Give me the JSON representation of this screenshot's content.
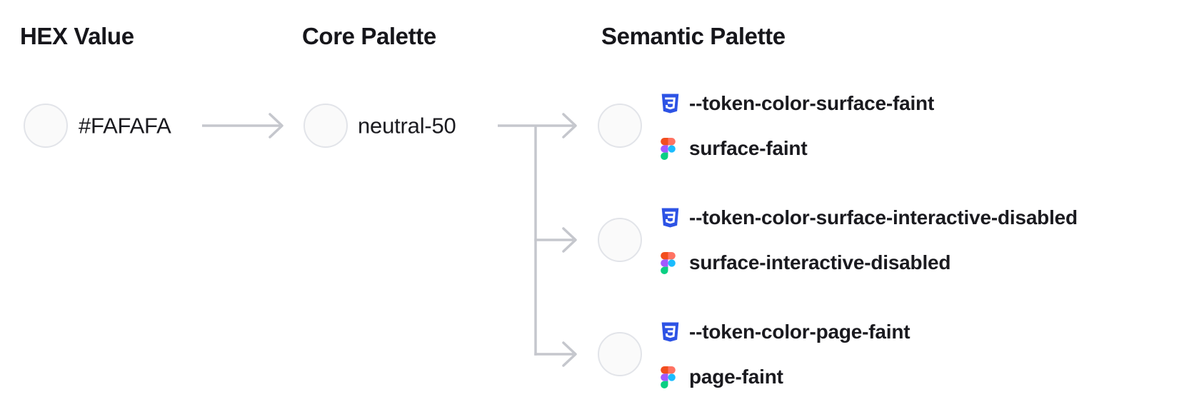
{
  "headers": {
    "hex": "HEX Value",
    "core": "Core Palette",
    "semantic": "Semantic Palette"
  },
  "hex_value": {
    "label": "#FAFAFA",
    "swatch_color": "#FAFAFA"
  },
  "core_palette": {
    "label": "neutral-50",
    "swatch_color": "#FAFAFA"
  },
  "semantic_palette": {
    "items": [
      {
        "css_token": "--token-color-surface-faint",
        "figma_token": "surface-faint",
        "swatch_color": "#FAFAFA"
      },
      {
        "css_token": "--token-color-surface-interactive-disabled",
        "figma_token": "surface-interactive-disabled",
        "swatch_color": "#FAFAFA"
      },
      {
        "css_token": "--token-color-page-faint",
        "figma_token": "page-faint",
        "swatch_color": "#FAFAFA"
      }
    ]
  },
  "icons": {
    "css": "css3-shield-icon",
    "figma": "figma-logo-icon"
  },
  "colors": {
    "text": "#1A1A1F",
    "connector": "#C5C7CD",
    "swatch_border": "#E2E4E9",
    "swatch_fill": "#FAFAFA",
    "css_icon_blue": "#2D53E5",
    "figma_orange": "#F24E1E",
    "figma_salmon": "#FF7262",
    "figma_purple": "#A259FF",
    "figma_blue": "#1ABCFE",
    "figma_green": "#0ACF83"
  }
}
